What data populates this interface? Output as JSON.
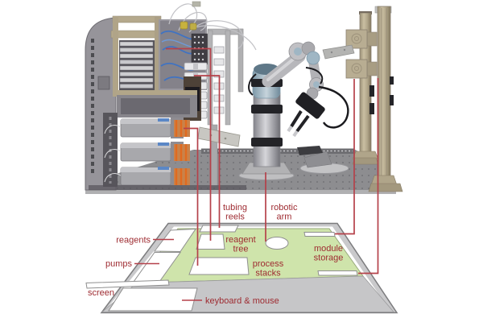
{
  "colors": {
    "background": "#ffffff",
    "annotation_line": "#b5414a",
    "label_text": "#9e2b31",
    "floor_green": "#cfe4ab",
    "floor_rim": "#c9c9cb",
    "floor_front": "#c6c6c8",
    "box_fill": "#ffffff",
    "box_stroke": "#8f8f8f",
    "floor_outline": "#7c7c7e"
  },
  "labels": {
    "tubing_reels": [
      "tubing",
      "reels"
    ],
    "robotic_arm": [
      "robotic",
      "arm"
    ],
    "reagents": [
      "reagents"
    ],
    "reagent_tree": [
      "reagent",
      "tree"
    ],
    "module_storage": [
      "module",
      "storage"
    ],
    "pumps": [
      "pumps"
    ],
    "process_stacks": [
      "process",
      "stacks"
    ],
    "screen": [
      "screen"
    ],
    "keyboard_mouse": [
      "keyboard & mouse"
    ]
  }
}
